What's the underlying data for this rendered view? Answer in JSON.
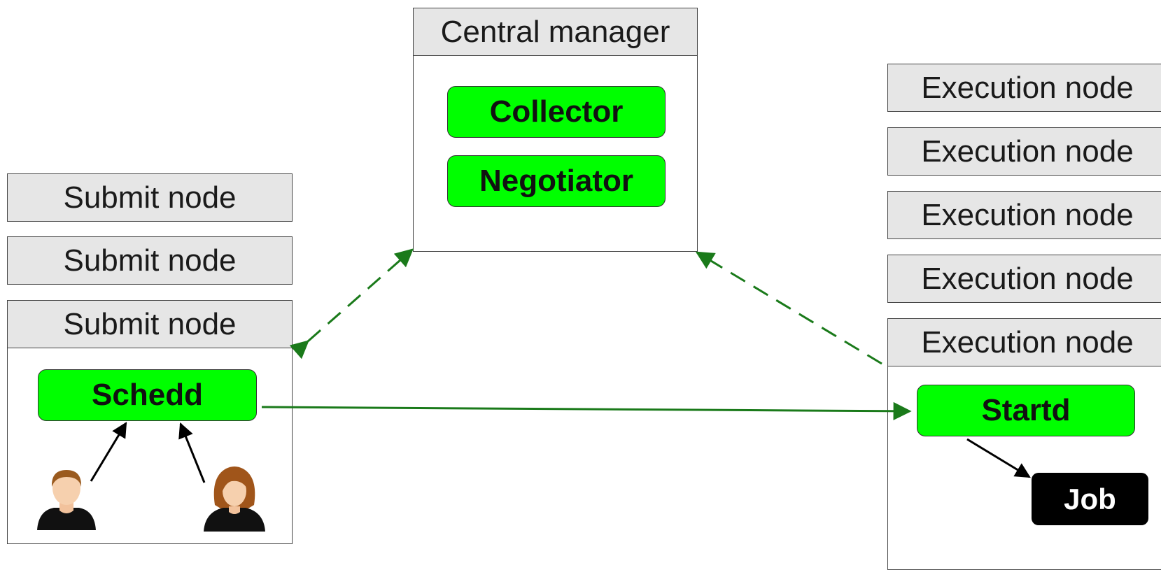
{
  "central_manager": {
    "title": "Central manager",
    "daemons": [
      "Collector",
      "Negotiator"
    ]
  },
  "submit_nodes": {
    "title": "Submit node",
    "count": 3,
    "daemon": "Schedd"
  },
  "execution_nodes": {
    "title": "Execution node",
    "count": 5,
    "daemon": "Startd",
    "job": "Job"
  },
  "colors": {
    "daemon_fill": "#00ff00",
    "header_fill": "#e6e6e6",
    "arrow_green": "#1a7a1a",
    "job_fill": "#000000"
  }
}
